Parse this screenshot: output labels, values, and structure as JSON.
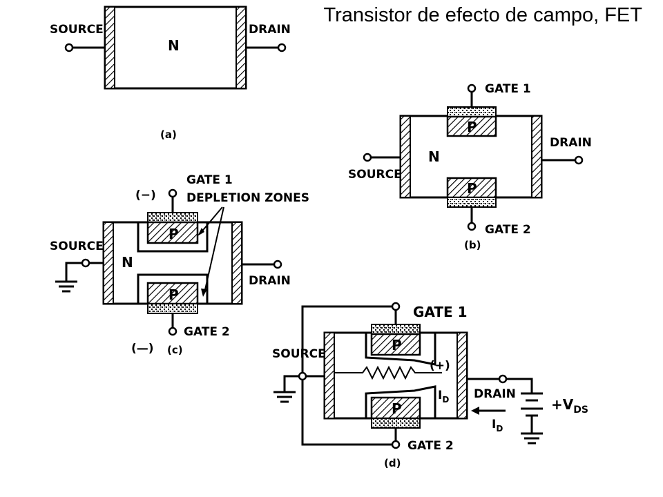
{
  "title": "Transistor de efecto de campo, FET",
  "diagram_a": {
    "source": "SOURCE",
    "drain": "DRAIN",
    "channel": "N",
    "caption": "(a)"
  },
  "diagram_b": {
    "gate1": "GATE 1",
    "gate2": "GATE 2",
    "source": "SOURCE",
    "drain": "DRAIN",
    "channel": "N",
    "p_top": "P",
    "p_bottom": "P",
    "caption": "(b)"
  },
  "diagram_c": {
    "gate1": "GATE 1",
    "depletion": "DEPLETION ZONES",
    "minus_top": "(−)",
    "source": "SOURCE",
    "drain": "DRAIN",
    "channel": "N",
    "p_top": "P",
    "p_bottom": "P",
    "gate2": "GATE 2",
    "minus_bottom": "(—)",
    "caption": "(c)"
  },
  "diagram_d": {
    "gate1": "GATE 1",
    "source": "SOURCE",
    "drain": "DRAIN",
    "p_top": "P",
    "p_bottom": "P",
    "plus": "(+)",
    "id_inner": "I",
    "id_inner_sub": "D",
    "id_outer": "I",
    "id_outer_sub": "D",
    "vds": "+V",
    "vds_sub": "DS",
    "gate2": "GATE 2",
    "caption": "(d)"
  }
}
